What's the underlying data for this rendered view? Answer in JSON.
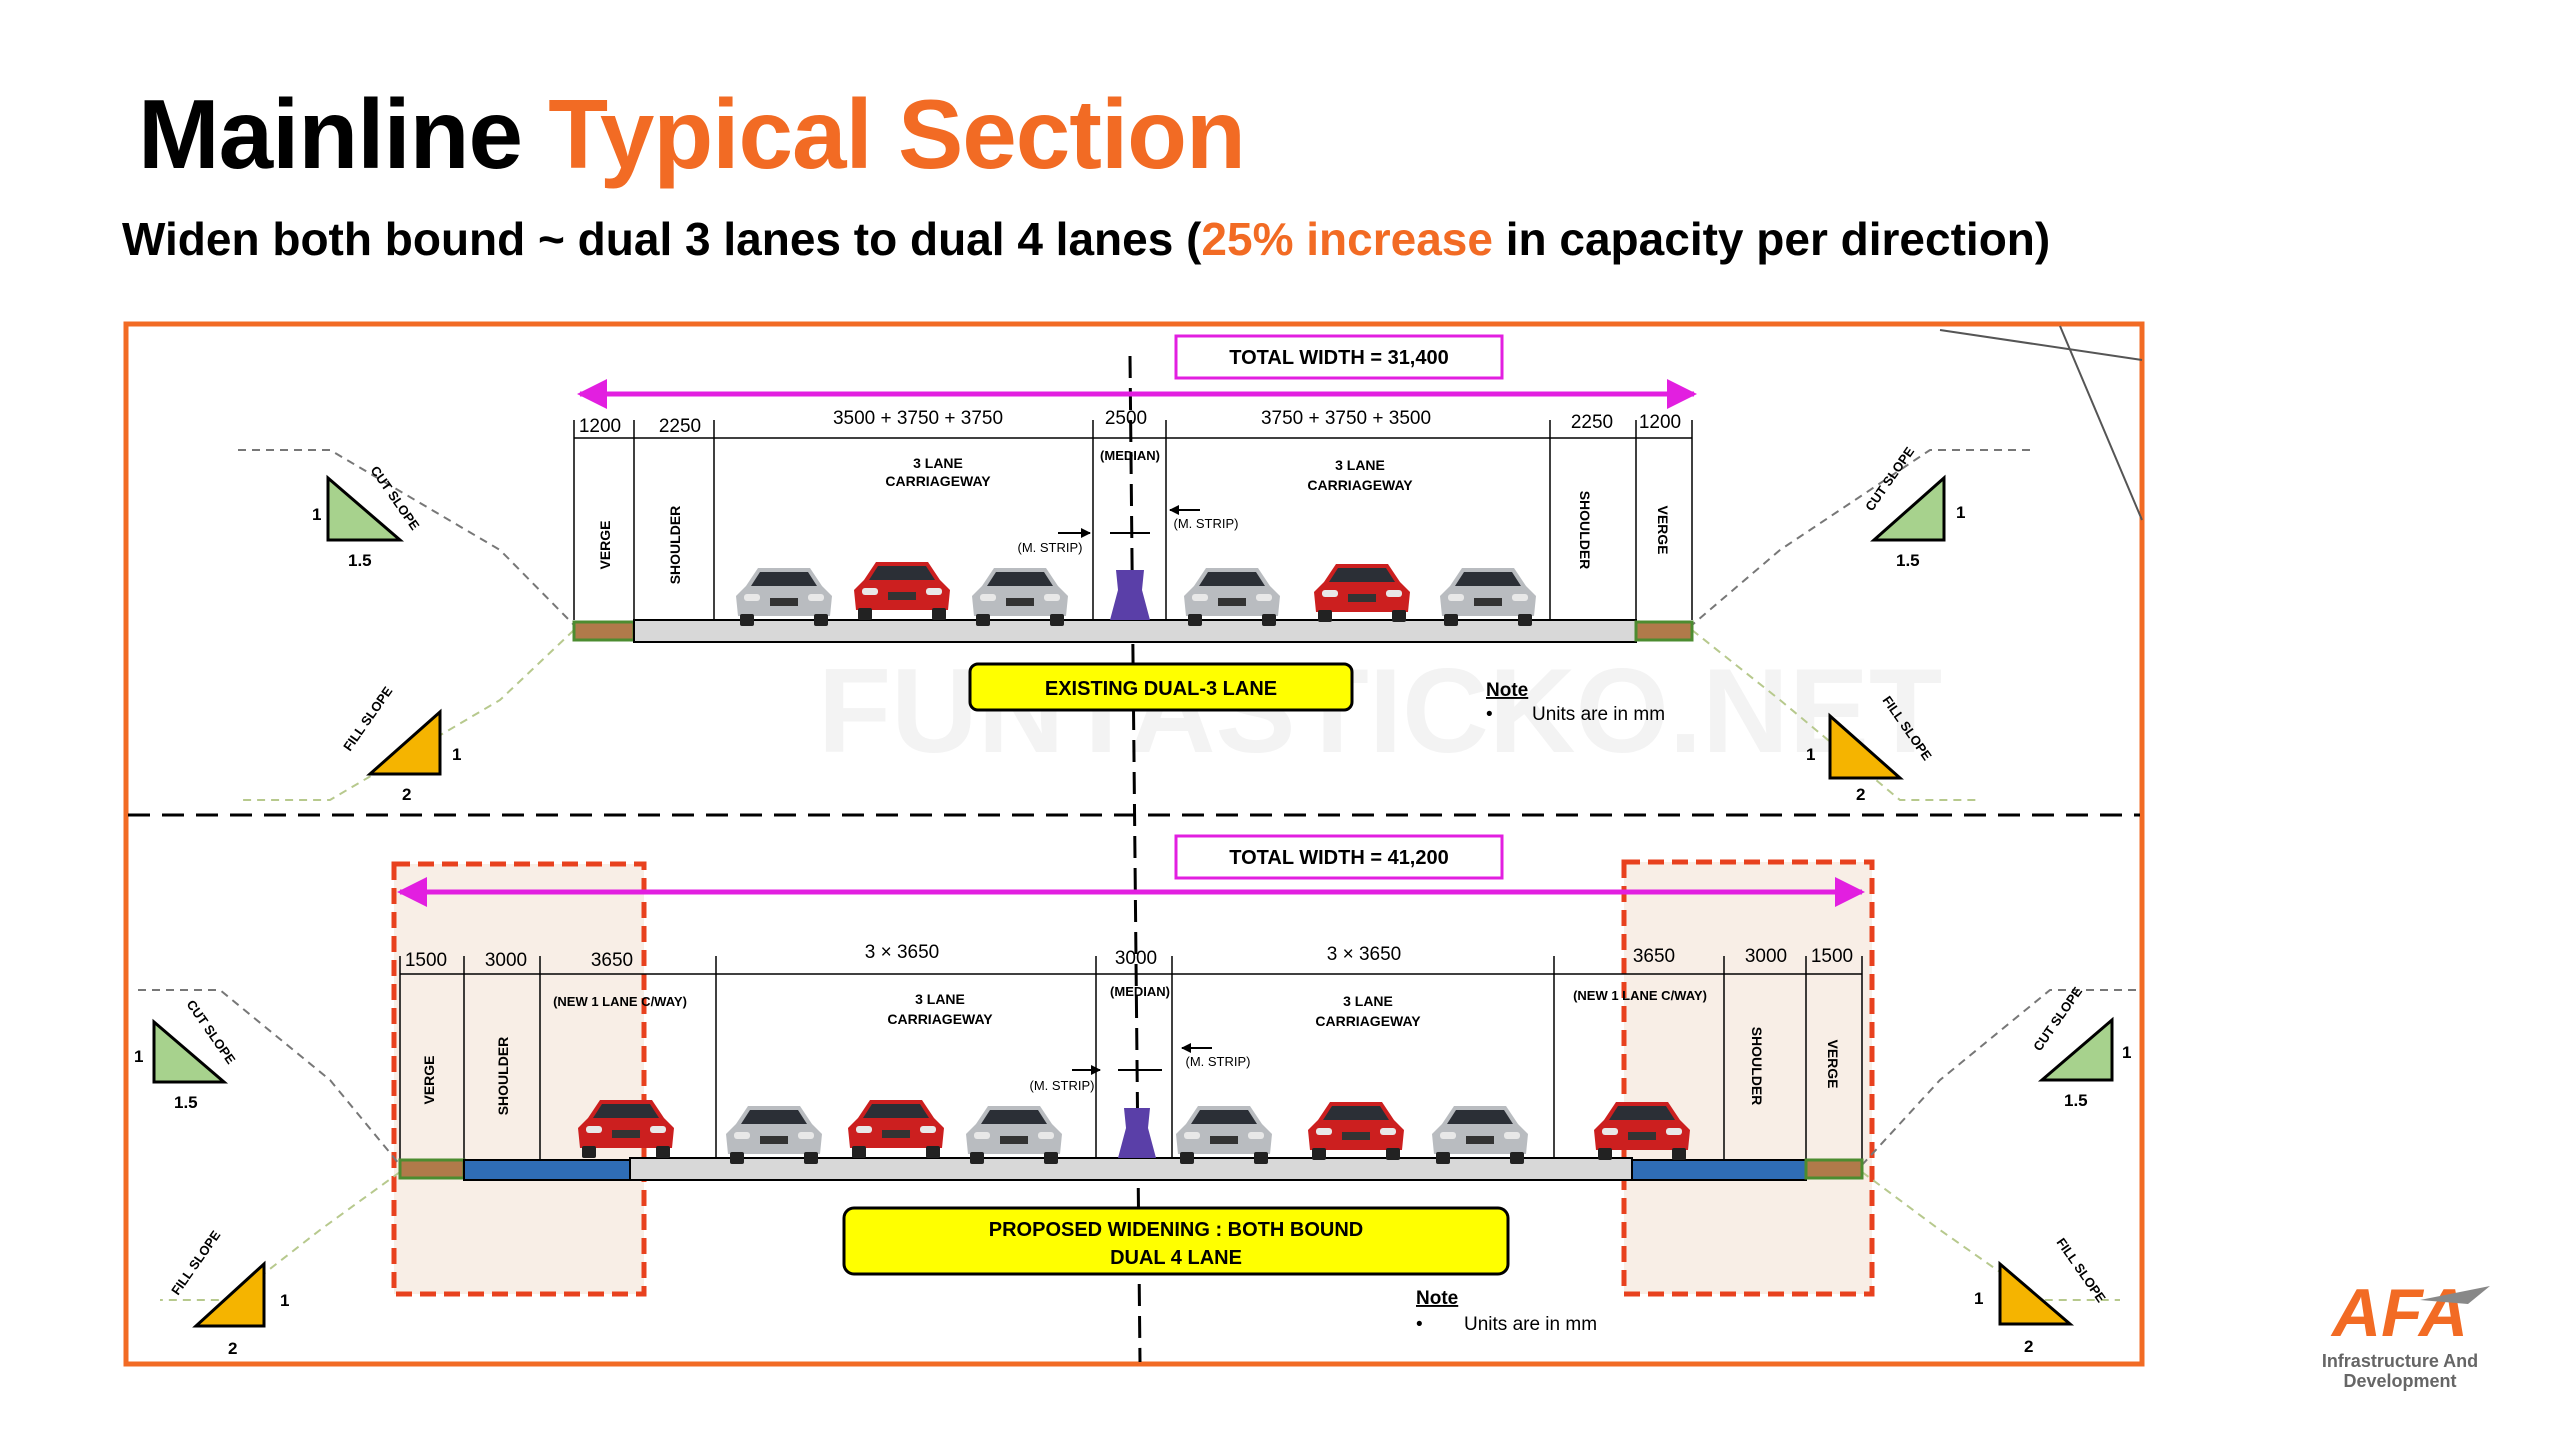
{
  "title": {
    "main": "Mainline",
    "accent": "Typical Section"
  },
  "subtitle": {
    "pre": "Widen both bound ~ dual 3 lanes to dual 4 lanes  (",
    "accent": "25% increase",
    "post": " in capacity per direction)"
  },
  "existing": {
    "total_width": "TOTAL WIDTH = 31,400",
    "dims": [
      "1200",
      "2250",
      "3500 + 3750 + 3750",
      "2500",
      "3750 + 3750 + 3500",
      "2250",
      "1200"
    ],
    "median": "(MEDIAN)",
    "strip": "(M. STRIP)",
    "carriageway": [
      "3 LANE",
      "CARRIAGEWAY"
    ],
    "verge": "VERGE",
    "shoulder": "SHOULDER",
    "label": "EXISTING DUAL-3 LANE",
    "note_title": "Note",
    "note_text": "Units are in mm"
  },
  "proposed": {
    "total_width": "TOTAL WIDTH = 41,200",
    "dims": [
      "1500",
      "3000",
      "3650",
      "3 × 3650",
      "3000",
      "3 × 3650",
      "3650",
      "3000",
      "1500"
    ],
    "new_lane_left": "(NEW 1 LANE C/WAY)",
    "new_lane_right": "(NEW 1 LANE C/WAY)",
    "median": "(MEDIAN)",
    "strip": "(M. STRIP)",
    "carriageway": [
      "3 LANE",
      "CARRIAGEWAY"
    ],
    "verge": "VERGE",
    "shoulder": "SHOULDER",
    "label_line1": "PROPOSED WIDENING : BOTH BOUND",
    "label_line2": "DUAL 4 LANE",
    "note_title": "Note",
    "note_text": "Units are in mm"
  },
  "slopes": {
    "cut": "CUT SLOPE",
    "fill": "FILL SLOPE",
    "one": "1",
    "cut_ratio": "1.5",
    "fill_ratio": "2"
  },
  "watermark": "FUNTASTICKO.NET",
  "logo": {
    "mark": "AFA",
    "line1": "Infrastructure And",
    "line2": "Development"
  },
  "colors": {
    "accent": "#f26b24",
    "magenta": "#e21fe0",
    "yellow": "#ffff00",
    "red_dash": "#e8411e",
    "blue_lane": "#2f6db5",
    "car_red": "#cc1f1f",
    "car_silver": "#b9bcc0",
    "barrier": "#5a3fa8",
    "cut_tri": "#a7d28d",
    "fill_tri": "#f5b400"
  }
}
